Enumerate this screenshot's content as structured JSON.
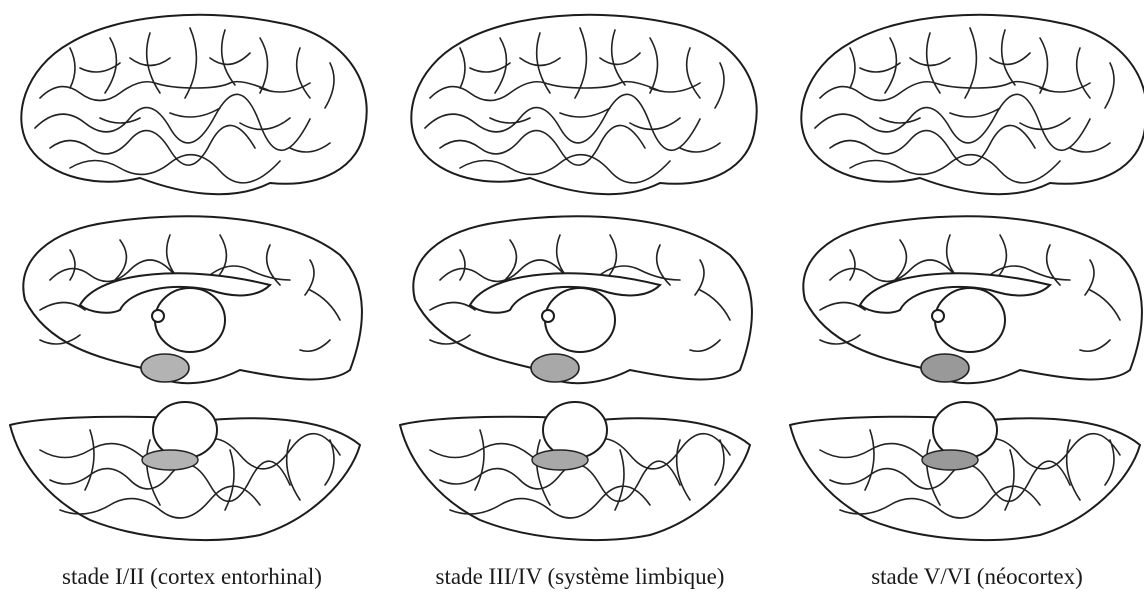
{
  "figure": {
    "stages": [
      {
        "caption": "stade I/II (cortex entorhinal)",
        "lateral_fill": "#ffffff",
        "medial_fill": "#ffffff",
        "ventral_fill": "#ffffff",
        "lesion_fill": "#b3b3b3"
      },
      {
        "caption": "stade III/IV (système limbique)",
        "lateral_fill": "#ffffff",
        "medial_fill": "#eeeeee",
        "ventral_fill": "#e6e6e6",
        "lesion_fill": "#a8a8a8"
      },
      {
        "caption": "stade V/VI (néocortex)",
        "lateral_fill": "#c2c2c2",
        "medial_fill": "#c6c6c6",
        "ventral_fill": "#bdbdbd",
        "lesion_fill": "#999999"
      }
    ]
  }
}
